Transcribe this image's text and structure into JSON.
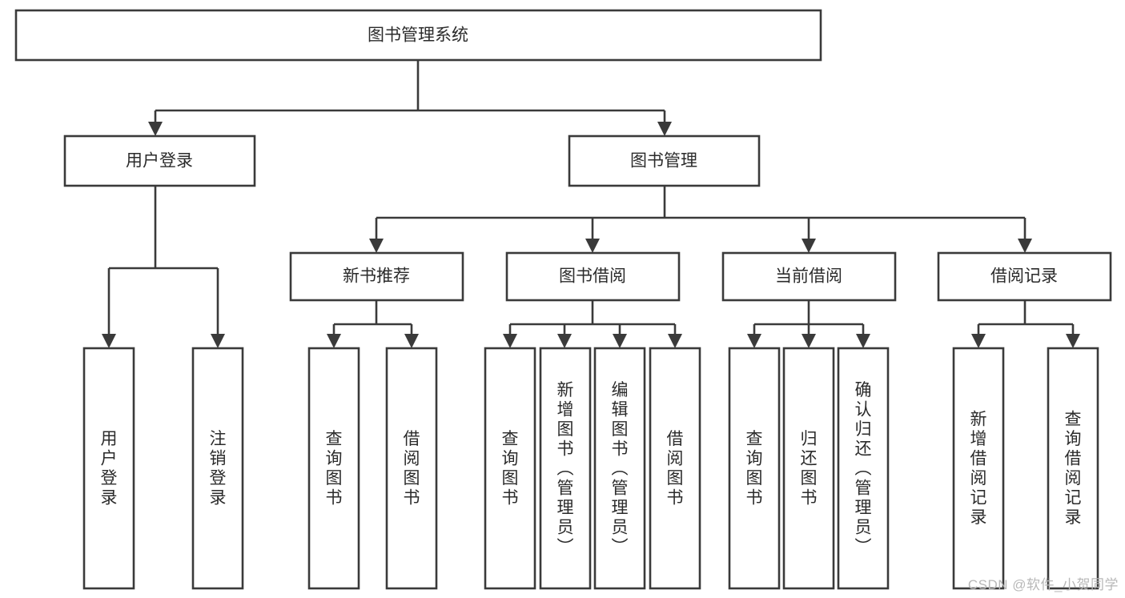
{
  "diagram": {
    "type": "tree-hierarchy",
    "title": "图书管理系统",
    "colors": {
      "stroke": "#3a3a3a",
      "box_fill": "#ffffff",
      "text": "#2b2b2b",
      "background": "#ffffff",
      "watermark": "#b8b8b8"
    },
    "root": {
      "label": "图书管理系统",
      "id": "root"
    },
    "level1": [
      {
        "id": "user-login",
        "label": "用户登录"
      },
      {
        "id": "book-manage",
        "label": "图书管理"
      }
    ],
    "level2": [
      {
        "id": "new-book-recommend",
        "label": "新书推荐",
        "parent": "book-manage"
      },
      {
        "id": "book-borrow",
        "label": "图书借阅",
        "parent": "book-manage"
      },
      {
        "id": "current-borrow",
        "label": "当前借阅",
        "parent": "book-manage"
      },
      {
        "id": "borrow-record",
        "label": "借阅记录",
        "parent": "book-manage"
      }
    ],
    "leaves": [
      {
        "id": "leaf-user-login",
        "label": "用户登录",
        "parent": "user-login"
      },
      {
        "id": "leaf-logout",
        "label": "注销登录",
        "parent": "user-login"
      },
      {
        "id": "leaf-query-book-1",
        "label": "查询图书",
        "parent": "new-book-recommend"
      },
      {
        "id": "leaf-borrow-book-1",
        "label": "借阅图书",
        "parent": "new-book-recommend"
      },
      {
        "id": "leaf-query-book-2",
        "label": "查询图书",
        "parent": "book-borrow"
      },
      {
        "id": "leaf-add-book",
        "label": "新增图书（管理员）",
        "parent": "book-borrow"
      },
      {
        "id": "leaf-edit-book",
        "label": "编辑图书（管理员）",
        "parent": "book-borrow"
      },
      {
        "id": "leaf-borrow-book-2",
        "label": "借阅图书",
        "parent": "book-borrow"
      },
      {
        "id": "leaf-query-book-3",
        "label": "查询图书",
        "parent": "current-borrow"
      },
      {
        "id": "leaf-return-book",
        "label": "归还图书",
        "parent": "current-borrow"
      },
      {
        "id": "leaf-confirm-return",
        "label": "确认归还（管理员）",
        "parent": "current-borrow"
      },
      {
        "id": "leaf-add-record",
        "label": "新增借阅记录",
        "parent": "borrow-record"
      },
      {
        "id": "leaf-query-record",
        "label": "查询借阅记录",
        "parent": "borrow-record"
      }
    ]
  },
  "watermark": {
    "text": "CSDN @软件_小贺同学"
  }
}
